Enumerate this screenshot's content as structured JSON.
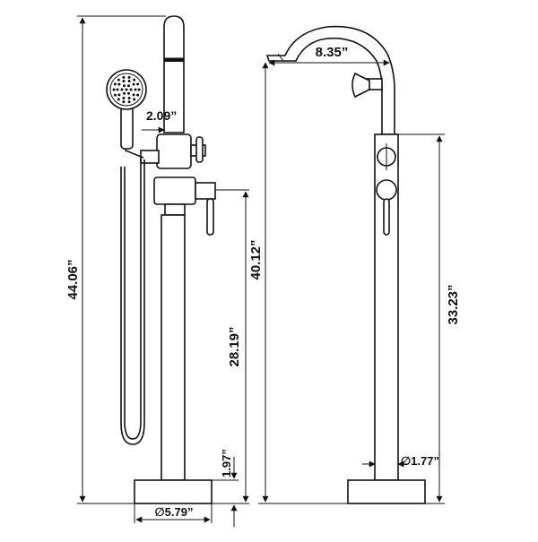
{
  "dimensions": {
    "total_height": "44.06”",
    "handle_offset": "2.09”",
    "spout_height": "28.19”",
    "base_height": "1.97”",
    "base_diameter": "∅5.79”",
    "spout_reach": "8.35”",
    "overall_height_side": "40.12”",
    "valve_height": "33.23”",
    "pipe_diameter": "∅1.77”"
  }
}
